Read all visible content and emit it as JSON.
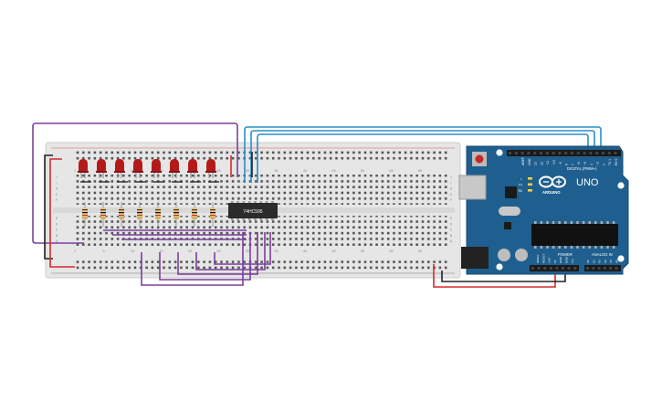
{
  "chip": {
    "label": "74HC595"
  },
  "arduino": {
    "model": "UNO",
    "brand": "ARDUINO",
    "digital_header": "DIGITAL (PWM~)",
    "power_header": "POWER",
    "analog_header": "ANALOG IN",
    "digital_pins": [
      "AREF",
      "GND",
      "13",
      "12",
      "~11",
      "~10",
      "~9",
      "8",
      "7",
      "~6",
      "~5",
      "4",
      "~3",
      "2",
      "TX 1",
      "RX 0"
    ],
    "power_pins": [
      "IOREF",
      "RESET",
      "3.3V",
      "5V",
      "GND",
      "GND",
      "Vin"
    ],
    "analog_pins": [
      "A0",
      "A1",
      "A2",
      "A3",
      "A4",
      "A5"
    ],
    "leds": [
      "L",
      "TX",
      "RX"
    ],
    "on_label": "ON"
  },
  "breadboard": {
    "column_numbers": [
      "1",
      "5",
      "10",
      "15",
      "20",
      "25",
      "30",
      "35",
      "40",
      "45",
      "50",
      "55",
      "60"
    ],
    "row_letters_top": [
      "J",
      "I",
      "H",
      "G",
      "F"
    ],
    "row_letters_bottom": [
      "E",
      "D",
      "C",
      "B",
      "A"
    ]
  },
  "colors": {
    "led": "#b31a1a",
    "wire_purple": "#7b3f9e",
    "wire_blue": "#2a8fc9",
    "wire_black": "#222222",
    "wire_red": "#d62a2a",
    "board_blue": "#1f5f8f",
    "breadboard": "#e8e8e8"
  },
  "led_count": 8,
  "resistor_count": 8
}
